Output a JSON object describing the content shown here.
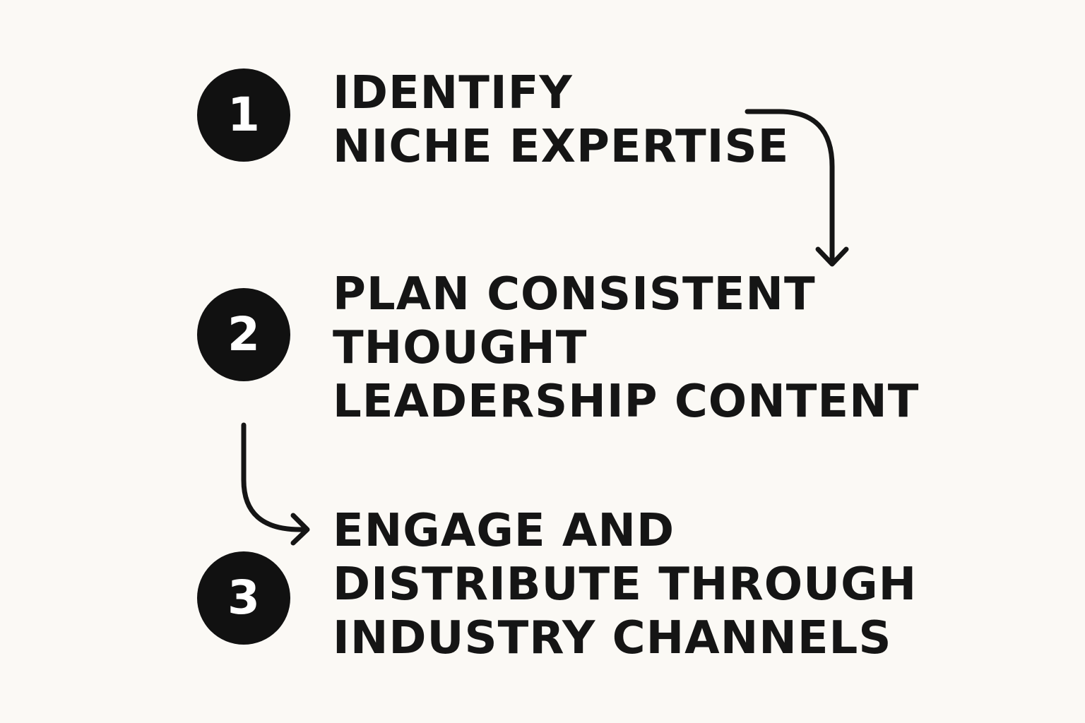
{
  "colors": {
    "background": "#fbf9f5",
    "badge": "#111111",
    "badge_text": "#ffffff",
    "text": "#151515",
    "arrow": "#151515"
  },
  "steps": [
    {
      "number": "1",
      "lines": [
        "IDENTIFY",
        "NICHE EXPERTISE"
      ]
    },
    {
      "number": "2",
      "lines": [
        "PLAN CONSISTENT",
        "THOUGHT",
        "LEADERSHIP CONTENT"
      ]
    },
    {
      "number": "3",
      "lines": [
        "ENGAGE AND",
        "DISTRIBUTE THROUGH",
        "INDUSTRY CHANNELS"
      ]
    }
  ],
  "connectors": [
    {
      "from": "1",
      "to": "2",
      "icon": "curved-arrow-down"
    },
    {
      "from": "2",
      "to": "3",
      "icon": "curved-arrow-right"
    }
  ]
}
